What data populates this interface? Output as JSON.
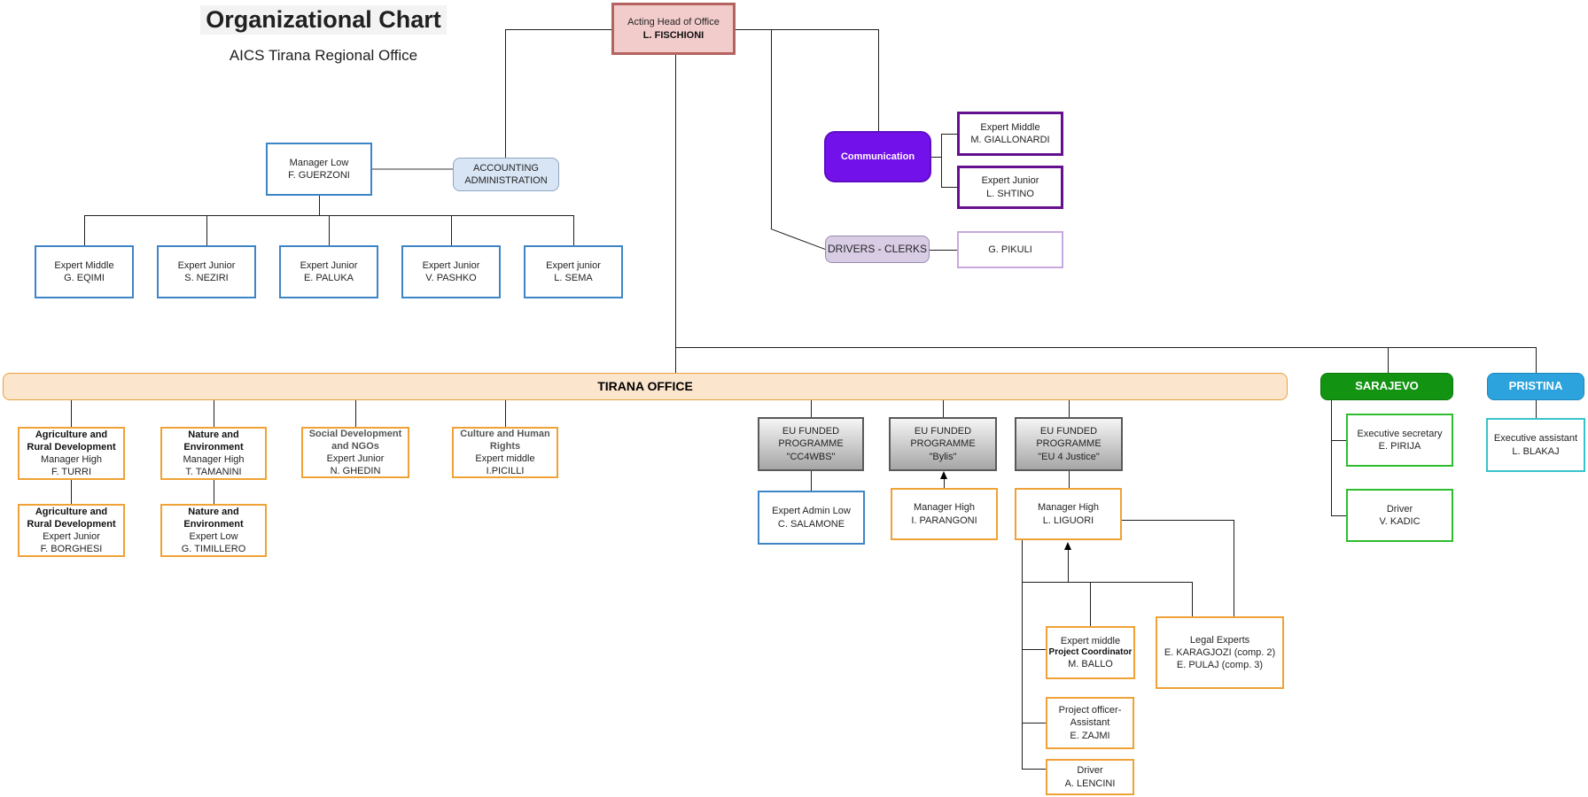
{
  "title": {
    "main": "Organizational Chart",
    "subtitle": "AICS Tirana Regional Office"
  },
  "nodes": {
    "head": {
      "lines": [
        "Acting Head of Office",
        "L. FISCHIONI"
      ]
    },
    "manager_low": {
      "lines": [
        "Manager Low",
        "F. GUERZONI"
      ]
    },
    "accounting": {
      "lines": [
        "ACCOUNTING",
        "ADMINISTRATION"
      ]
    },
    "eqimi": {
      "lines": [
        "Expert Middle",
        "G. EQIMI"
      ]
    },
    "neziri": {
      "lines": [
        "Expert Junior",
        "S. NEZIRI"
      ]
    },
    "paluka": {
      "lines": [
        "Expert Junior",
        "E. PALUKA"
      ]
    },
    "pashko": {
      "lines": [
        "Expert Junior",
        "V. PASHKO"
      ]
    },
    "sema": {
      "lines": [
        "Expert junior",
        "L. SEMA"
      ]
    },
    "communication": {
      "lines": [
        "Communication"
      ]
    },
    "giallonardi": {
      "lines": [
        "Expert Middle",
        "M. GIALLONARDI"
      ]
    },
    "shtino": {
      "lines": [
        "Expert Junior",
        "L. SHTINO"
      ]
    },
    "drivers_clerks": {
      "lines": [
        "DRIVERS - CLERKS"
      ]
    },
    "pikuli": {
      "lines": [
        "G. PIKULI"
      ]
    },
    "tirana": {
      "lines": [
        "TIRANA OFFICE"
      ]
    },
    "turri": {
      "lines": [
        "Agriculture and",
        "Rural Development",
        "Manager High",
        "F. TURRI"
      ]
    },
    "borghesi": {
      "lines": [
        "Agriculture and",
        "Rural Development",
        "Expert Junior",
        "F. BORGHESI"
      ]
    },
    "tamanini": {
      "lines": [
        "Nature and",
        "Environment",
        "Manager High",
        "T. TAMANINI"
      ]
    },
    "timillero": {
      "lines": [
        "Nature and",
        "Environment",
        "Expert Low",
        "G. TIMILLERO"
      ]
    },
    "ghedin": {
      "lines": [
        "Social Development",
        "and NGOs",
        "Expert Junior",
        "N. GHEDIN"
      ]
    },
    "picilli": {
      "lines": [
        "Culture and Human",
        "Rights",
        "Expert middle",
        "I.PICILLI"
      ]
    },
    "cc4wbs": {
      "lines": [
        "EU FUNDED",
        "PROGRAMME",
        "\"CC4WBS\""
      ]
    },
    "bylis": {
      "lines": [
        "EU FUNDED",
        "PROGRAMME",
        "\"Bylis\""
      ]
    },
    "eu4justice": {
      "lines": [
        "EU FUNDED",
        "PROGRAMME",
        "\"EU 4 Justice\""
      ]
    },
    "salamone": {
      "lines": [
        "Expert Admin Low",
        "C. SALAMONE"
      ]
    },
    "parangoni": {
      "lines": [
        "Manager High",
        "I. PARANGONI"
      ]
    },
    "liguori": {
      "lines": [
        "Manager High",
        "L. LIGUORI"
      ]
    },
    "ballo": {
      "lines": [
        "Expert middle",
        "Project Coordinator",
        "M. BALLO"
      ]
    },
    "legal": {
      "lines": [
        "Legal Experts",
        "E. KARAGJOZI (comp. 2)",
        "E. PULAJ (comp. 3)"
      ]
    },
    "zajmi": {
      "lines": [
        "Project officer-",
        "Assistant",
        "E. ZAJMI"
      ]
    },
    "lencini": {
      "lines": [
        "Driver",
        "A. LENCINI"
      ]
    },
    "sarajevo": {
      "lines": [
        "SARAJEVO"
      ]
    },
    "pirija": {
      "lines": [
        "Executive secretary",
        "E. PIRIJA"
      ]
    },
    "kadic": {
      "lines": [
        "Driver",
        "V. KADIC"
      ]
    },
    "pristina": {
      "lines": [
        "PRISTINA"
      ]
    },
    "blakaj": {
      "lines": [
        "Executive assistant",
        "L. BLAKAJ"
      ]
    }
  },
  "colors": {
    "head_fill": "#F2CBCB",
    "head_border": "#B5635F",
    "blue_border": "#3D85C6",
    "accounting_fill": "#D8E5F5",
    "communication_fill": "#7311EB",
    "dark_purple_border": "#65108F",
    "drivers_fill": "#D9CDE6",
    "pikuli_border": "#C7A9DE",
    "tirana_fill": "#FCE5CD",
    "orange_border": "#F0A236",
    "eu_gradient_top": "#F5F5F5",
    "eu_gradient_bottom": "#A6A6A6",
    "sarajevo_fill": "#129412",
    "green_border": "#2DBE2D",
    "pristina_fill": "#2CA3DC",
    "teal_border": "#38C3CC"
  }
}
